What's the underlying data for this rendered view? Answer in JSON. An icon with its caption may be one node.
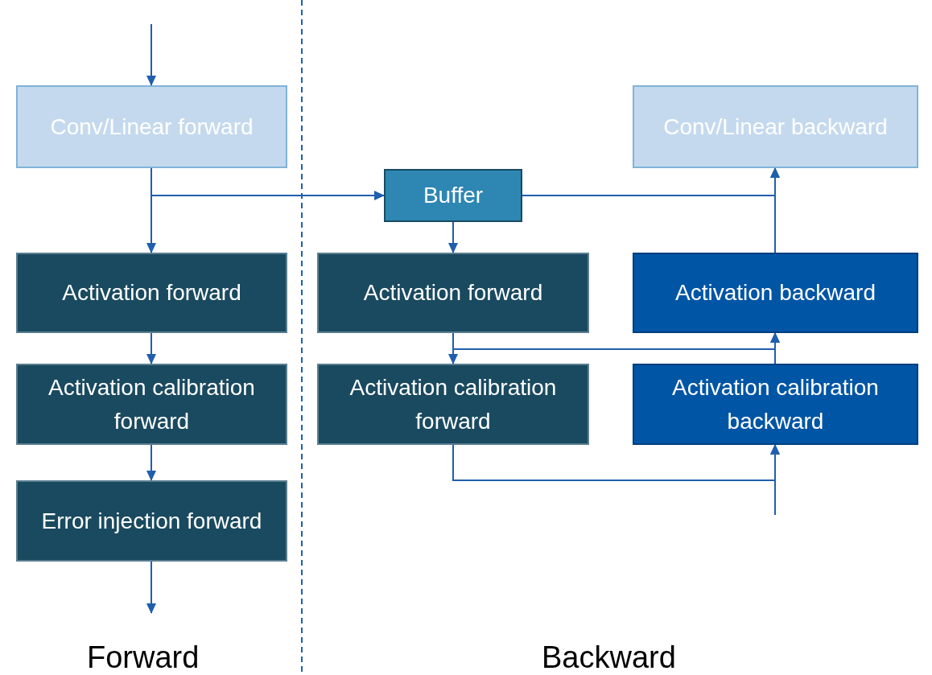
{
  "diagram": {
    "nodes": [
      {
        "text": [
          "Conv/Linear forward"
        ]
      },
      {
        "text": [
          "Activation forward"
        ]
      },
      {
        "text": [
          "Activation calibration forward"
        ]
      },
      {
        "text": [
          "Error injection forward"
        ]
      },
      {
        "text": [
          "Buffer"
        ]
      },
      {
        "text": [
          "Activation forward"
        ]
      },
      {
        "text": [
          "Activation calibration forward"
        ]
      },
      {
        "text": [
          "Conv/Linear backward"
        ]
      },
      {
        "text": [
          "Activation backward"
        ]
      },
      {
        "text": [
          "Activation calibration backward"
        ]
      }
    ],
    "edges": [
      {
        "from": null,
        "to": 0,
        "arrow": "to"
      },
      {
        "from": 0,
        "to": 1,
        "arrow": "to"
      },
      {
        "from": 0,
        "to": 4,
        "arrow": "to"
      },
      {
        "from": 1,
        "to": 2,
        "arrow": "to"
      },
      {
        "from": 2,
        "to": 3,
        "arrow": "to"
      },
      {
        "from": 3,
        "to": null,
        "arrow": "to"
      },
      {
        "from": 4,
        "to": 5,
        "arrow": "to"
      },
      {
        "from": 4,
        "to": 7,
        "arrow": "to"
      },
      {
        "from": 5,
        "to": 6,
        "arrow": "to"
      },
      {
        "from": 5,
        "to": 8,
        "arrow": "to"
      },
      {
        "from": 6,
        "to": 9,
        "arrow": "to"
      },
      {
        "from": null,
        "to": 9,
        "arrow": "to"
      },
      {
        "from": 8,
        "to": 7,
        "arrow": "to"
      },
      {
        "from": 9,
        "to": 8,
        "arrow": "to"
      }
    ],
    "labels": [
      "Forward",
      "Backward"
    ]
  }
}
